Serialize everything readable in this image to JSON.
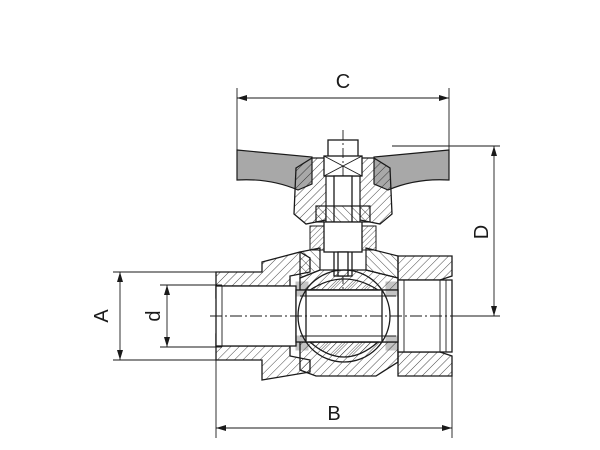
{
  "drawing": {
    "dim_labels": {
      "c": "C",
      "d_height": "D",
      "a": "A",
      "d_small": "d",
      "b": "B"
    }
  }
}
